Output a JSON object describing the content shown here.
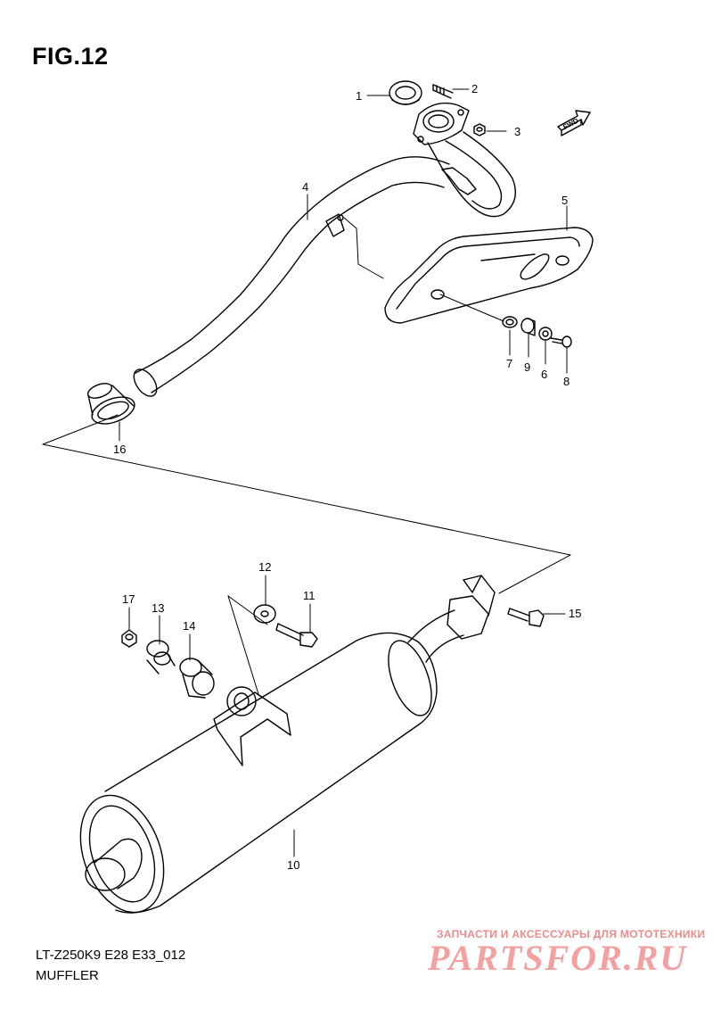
{
  "figure": {
    "title": "FIG.12"
  },
  "diagram": {
    "code": "LT-Z250K9 E28 E33_012",
    "caption": "MUFFLER",
    "fwd_label": "FWD"
  },
  "callouts": [
    {
      "id": "1",
      "label": "1"
    },
    {
      "id": "2",
      "label": "2"
    },
    {
      "id": "3",
      "label": "3"
    },
    {
      "id": "4",
      "label": "4"
    },
    {
      "id": "5",
      "label": "5"
    },
    {
      "id": "6",
      "label": "6"
    },
    {
      "id": "7",
      "label": "7"
    },
    {
      "id": "8",
      "label": "8"
    },
    {
      "id": "9",
      "label": "9"
    },
    {
      "id": "10",
      "label": "10"
    },
    {
      "id": "11",
      "label": "11"
    },
    {
      "id": "12",
      "label": "12"
    },
    {
      "id": "13",
      "label": "13"
    },
    {
      "id": "14",
      "label": "14"
    },
    {
      "id": "15",
      "label": "15"
    },
    {
      "id": "16",
      "label": "16"
    },
    {
      "id": "17",
      "label": "17"
    }
  ],
  "watermark": {
    "top_line": "ЗАПЧАСТИ И АКСЕССУАРЫ ДЛЯ МОТОТЕХНИКИ",
    "brand": "PARTSFOR.RU"
  }
}
